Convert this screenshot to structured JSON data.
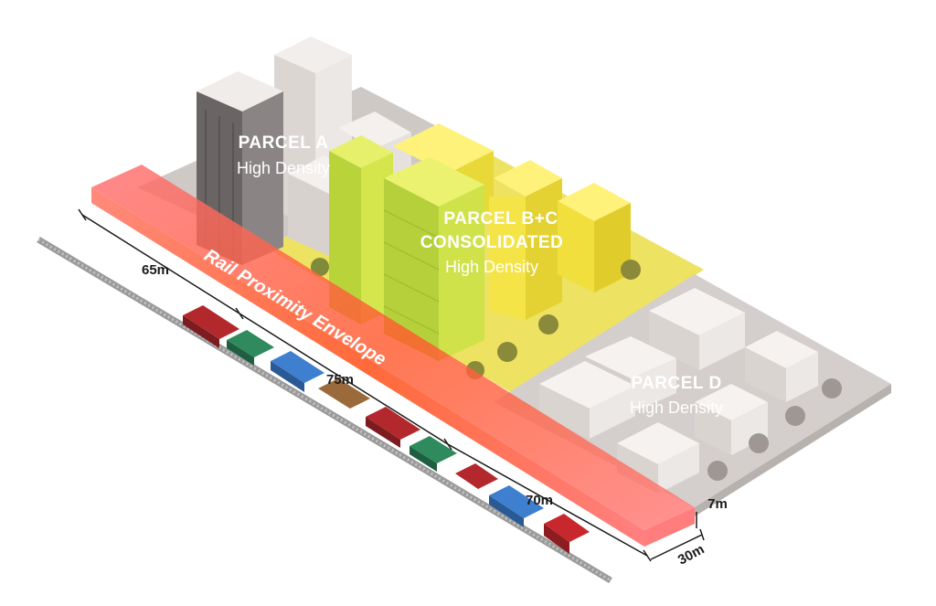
{
  "parcels": {
    "a": {
      "title": "PARCEL A",
      "density": "High Density"
    },
    "bc": {
      "line1": "PARCEL B+C",
      "line2": "CONSOLIDATED",
      "density": "High Density"
    },
    "d": {
      "title": "PARCEL D",
      "density": "High Density"
    }
  },
  "envelope": {
    "label": "Rail Proximity Envelope",
    "color": "#ff5a3c"
  },
  "dimensions": {
    "segment1": "65m",
    "segment2": "75m",
    "segment3": "70m",
    "height": "7m",
    "depth": "30m"
  },
  "colors": {
    "parcel_bc": "#f2e33a",
    "building_yellow": "#f7e748",
    "building_green": "#c8e04a",
    "ground_gray": "#cfc9c5",
    "train_red": "#b3282d",
    "train_blue": "#3e7fcf",
    "train_green": "#2f8a5e"
  }
}
